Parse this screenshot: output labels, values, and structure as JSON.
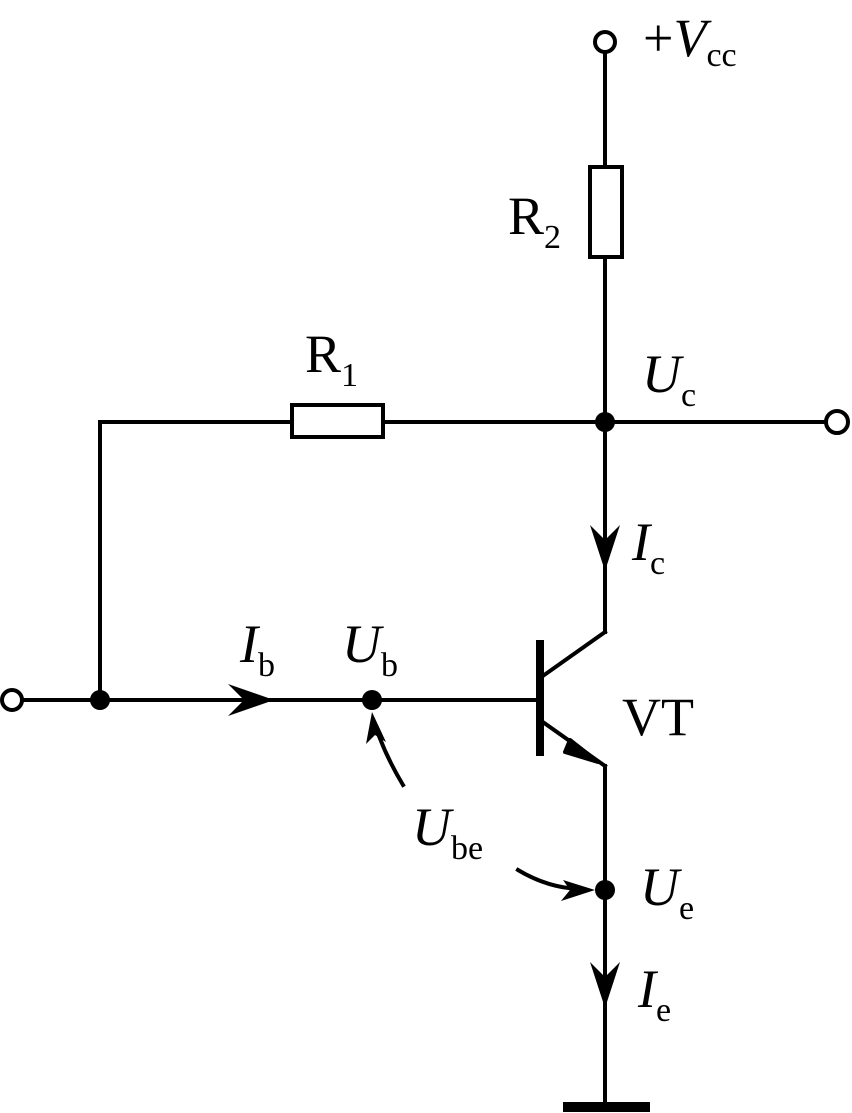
{
  "labels": {
    "vcc_prefix": "+",
    "vcc_main": "V",
    "vcc_sub": "cc",
    "r2_main": "R",
    "r2_sub": "2",
    "r1_main": "R",
    "r1_sub": "1",
    "uc_main": "U",
    "uc_sub": "c",
    "ic_main": "I",
    "ic_sub": "c",
    "ib_main": "I",
    "ib_sub": "b",
    "ub_main": "U",
    "ub_sub": "b",
    "vt": "VT",
    "ube_main": "U",
    "ube_sub": "be",
    "ue_main": "U",
    "ue_sub": "e",
    "ie_main": "I",
    "ie_sub": "e"
  }
}
